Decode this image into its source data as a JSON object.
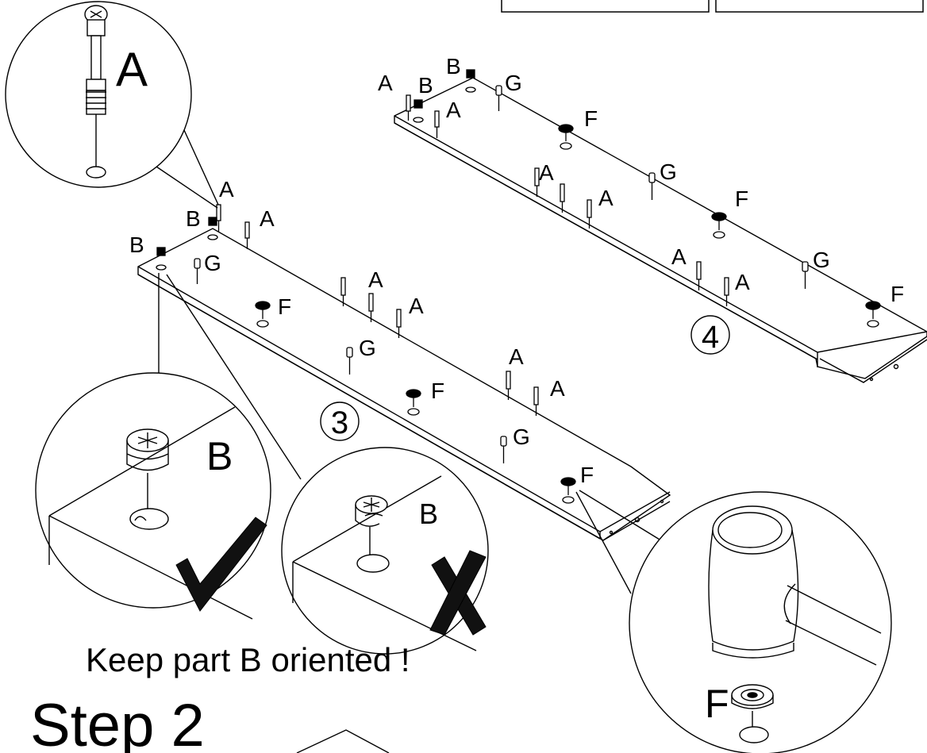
{
  "parts": {
    "A": "A",
    "B": "B",
    "F": "F",
    "G": "G"
  },
  "panels": {
    "panel_3": "3",
    "panel_4": "4"
  },
  "note": "Keep part B oriented !",
  "step_title": "Step 2",
  "marks": {
    "correct": "check-mark-icon",
    "wrong": "cross-mark-icon"
  }
}
